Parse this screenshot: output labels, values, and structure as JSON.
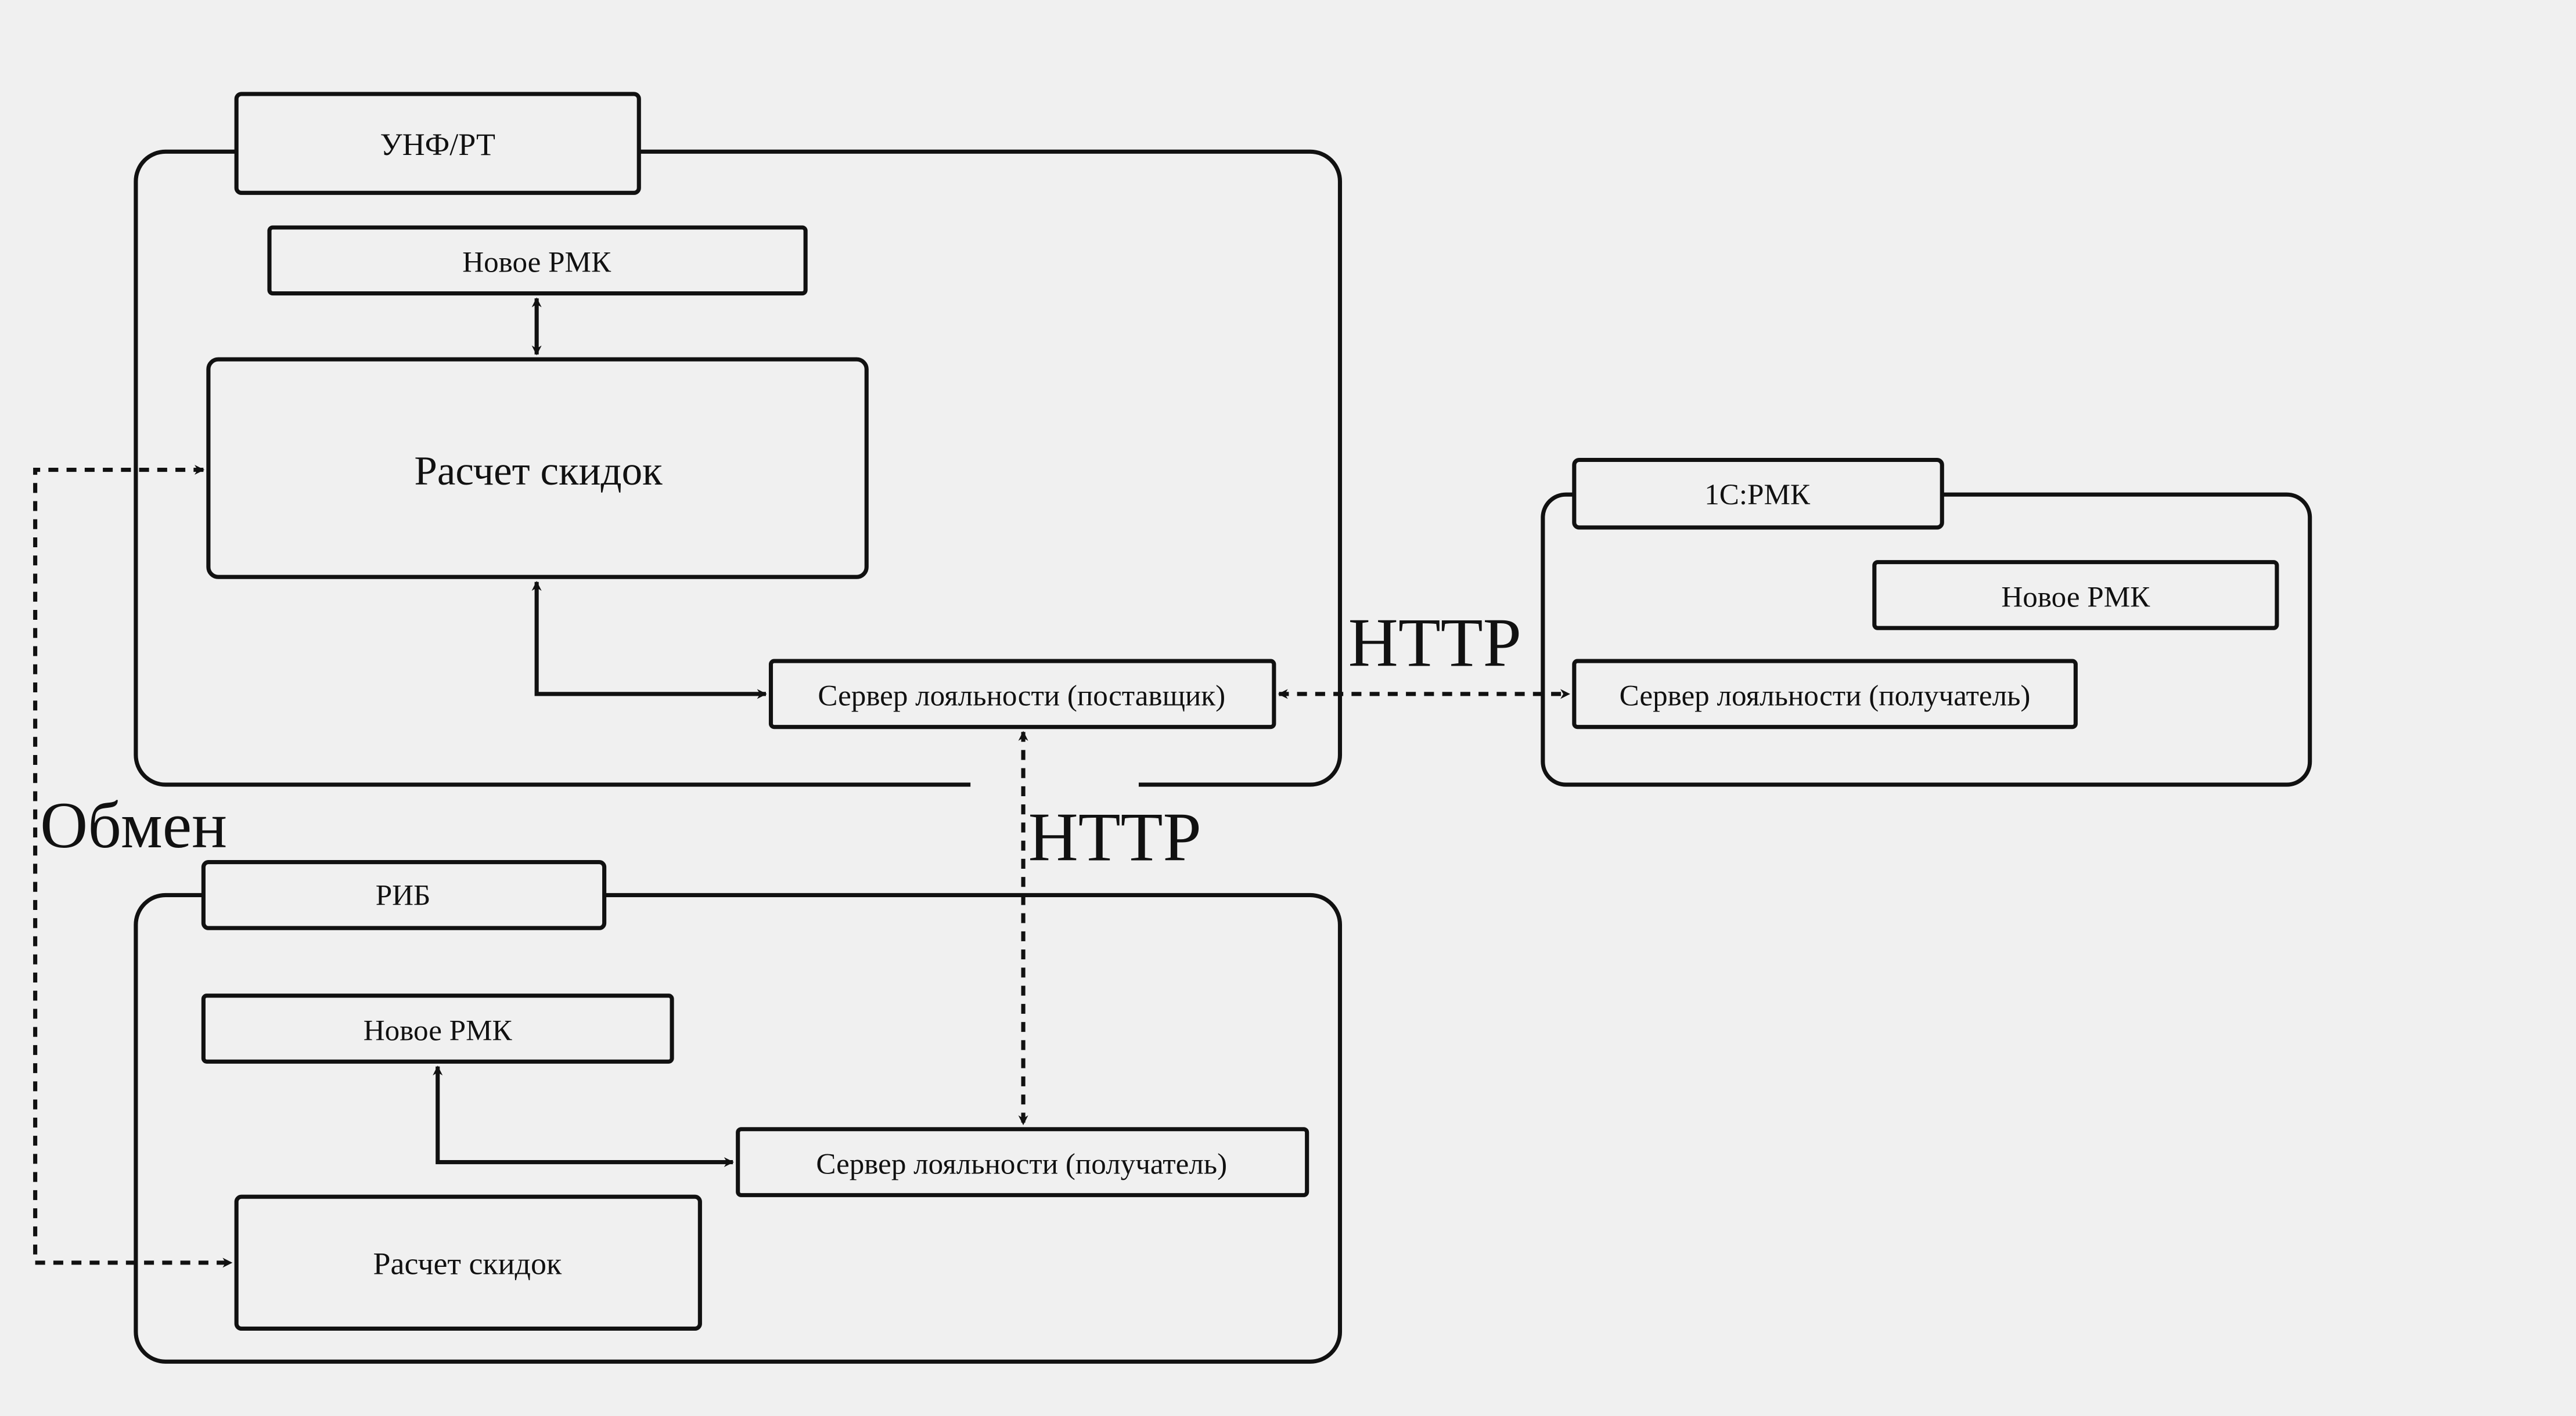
{
  "colors": {
    "background": "#f0f0f0",
    "stroke": "#111111"
  },
  "groups": {
    "unf": {
      "title": "УНФ/РТ",
      "new_rmk": "Новое РМК",
      "discount_calc": "Расчет скидок",
      "loyalty_server": "Сервер лояльности (поставщик)"
    },
    "rmk1c": {
      "title": "1С:РМК",
      "new_rmk": "Новое РМК",
      "loyalty_server": "Сервер лояльности (получатель)"
    },
    "rib": {
      "title": "РИБ",
      "new_rmk": "Новое РМК",
      "loyalty_server": "Сервер лояльности (получатель)",
      "discount_calc": "Расчет скидок"
    }
  },
  "connections": {
    "http_horizontal": "HTTP",
    "http_vertical": "HTTP",
    "exchange": "Обмен"
  }
}
